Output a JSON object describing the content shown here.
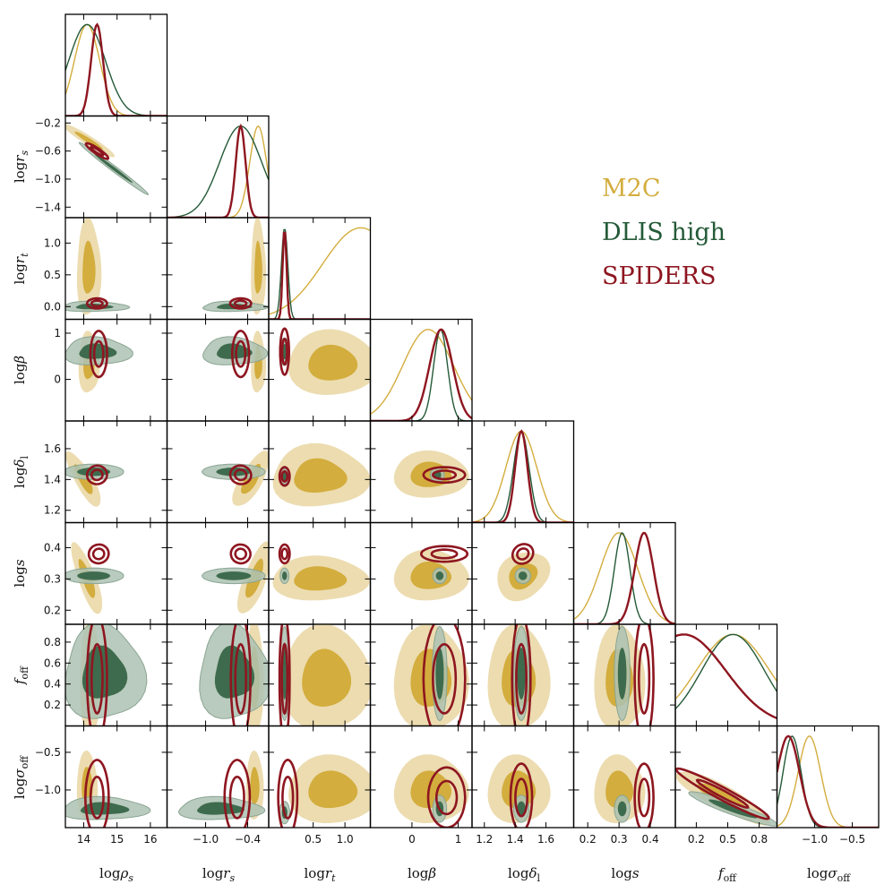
{
  "chart_data": {
    "type": "corner",
    "grid": false,
    "legend_position": "upper-right",
    "series": [
      {
        "name": "M2C",
        "color": "#d4ad3e",
        "fill_light": "#ecdcb0",
        "fill_dark": "#d3ad3d"
      },
      {
        "name": "DLIS high",
        "color": "#245a38",
        "fill_light": "#adc2b3",
        "fill_dark": "#3e6b4d"
      },
      {
        "name": "SPIDERS",
        "color": "#8e1620",
        "fill_light": null,
        "fill_dark": null
      }
    ],
    "parameters": [
      {
        "label": "logρs",
        "ticks": [
          "14",
          "15",
          "16"
        ],
        "tick_values": [
          14,
          15,
          16
        ],
        "range": [
          13.45,
          16.5
        ]
      },
      {
        "label": "logrs",
        "ticks": [
          "−1.0",
          "−0.4"
        ],
        "tick_values": [
          -1.0,
          -0.4
        ],
        "range": [
          -1.55,
          -0.1
        ]
      },
      {
        "label": "logrt",
        "ticks": [
          "0.5",
          "1.0"
        ],
        "tick_values": [
          0.5,
          1.0
        ],
        "range": [
          -0.2,
          1.4
        ]
      },
      {
        "label": "logβ",
        "ticks": [
          "0",
          "1"
        ],
        "tick_values": [
          0,
          1
        ],
        "range": [
          -0.9,
          1.3
        ]
      },
      {
        "label": "logδl",
        "ticks": [
          "1.2",
          "1.4",
          "1.6"
        ],
        "tick_values": [
          1.2,
          1.4,
          1.6
        ],
        "range": [
          1.12,
          1.78
        ]
      },
      {
        "label": "logs",
        "ticks": [
          "0.2",
          "0.3",
          "0.4"
        ],
        "tick_values": [
          0.2,
          0.3,
          0.4
        ],
        "range": [
          0.155,
          0.48
        ]
      },
      {
        "label": "foff",
        "ticks": [
          "0.2",
          "0.5",
          "0.8"
        ],
        "tick_values": [
          0.2,
          0.5,
          0.8
        ],
        "range": [
          0.0,
          0.97
        ]
      },
      {
        "label": "logσoff",
        "ticks": [
          "−1.0",
          "−0.5"
        ],
        "tick_values": [
          -1.0,
          -0.5
        ],
        "range": [
          -1.5,
          -0.15
        ]
      }
    ],
    "row_ticks": [
      null,
      {
        "ticks": [
          "−0.2",
          "−0.6",
          "−1.0",
          "−1.4"
        ],
        "values": [
          -0.2,
          -0.6,
          -1.0,
          -1.4
        ]
      },
      {
        "ticks": [
          "1.0",
          "0.5",
          "0.0"
        ],
        "values": [
          1.0,
          0.5,
          0.0
        ]
      },
      {
        "ticks": [
          "1",
          "0"
        ],
        "values": [
          1,
          0
        ]
      },
      {
        "ticks": [
          "1.6",
          "1.4",
          "1.2"
        ],
        "values": [
          1.6,
          1.4,
          1.2
        ]
      },
      {
        "ticks": [
          "0.4",
          "0.3",
          "0.2"
        ],
        "values": [
          0.4,
          0.3,
          0.2
        ]
      },
      {
        "ticks": [
          "0.8",
          "0.6",
          "0.4",
          "0.2"
        ],
        "values": [
          0.8,
          0.6,
          0.4,
          0.2
        ]
      },
      {
        "ticks": [
          "−0.5",
          "−1.0"
        ],
        "values": [
          -0.5,
          -1.0
        ]
      }
    ],
    "marginal_peaks": {
      "M2C": [
        14.1,
        -0.25,
        1.25,
        0.35,
        1.44,
        0.3,
        0.55,
        -1.07
      ],
      "DLIS high": [
        14.1,
        -0.5,
        0.05,
        0.62,
        1.44,
        0.31,
        0.55,
        -1.3
      ],
      "SPIDERS": [
        14.4,
        -0.5,
        0.05,
        0.63,
        1.44,
        0.38,
        0.08,
        -1.35
      ]
    }
  }
}
